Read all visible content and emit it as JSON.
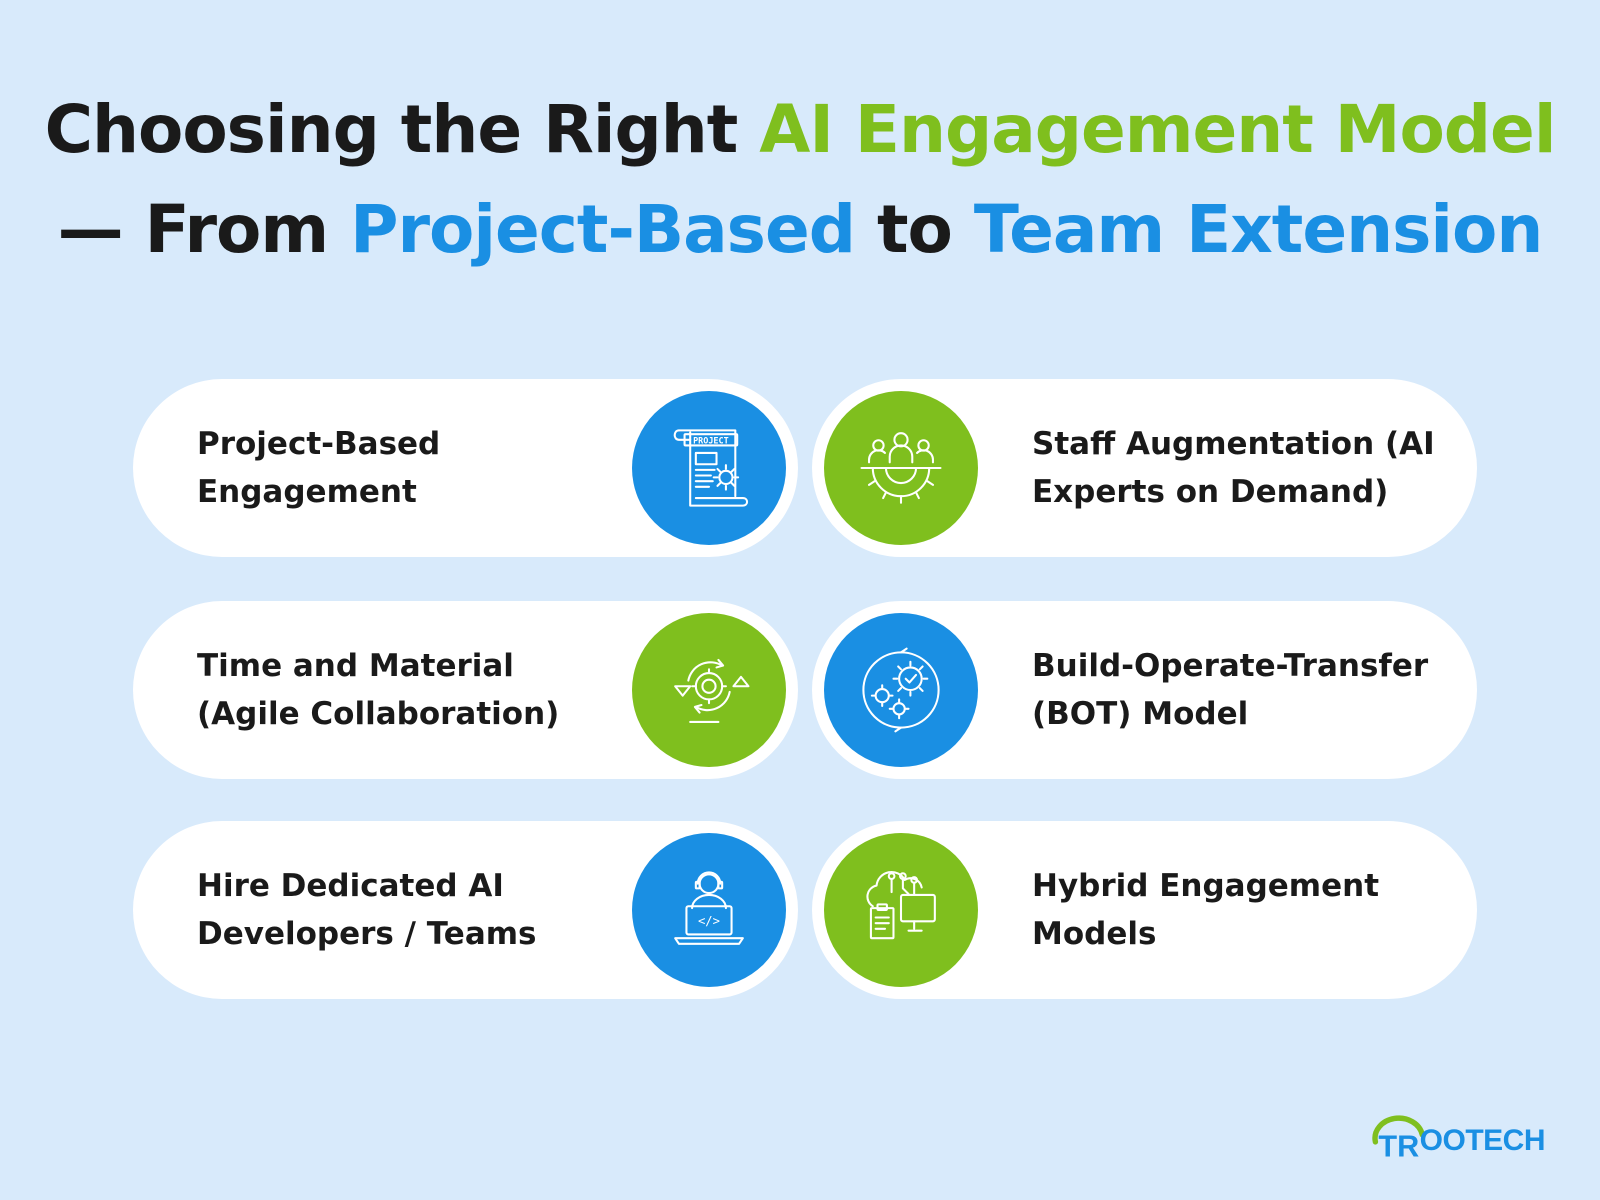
{
  "title": {
    "line1_part1": "Choosing the Right ",
    "line1_part2": "AI Engagement Model",
    "line2_part1": "— From ",
    "line2_part2": "Project-Based",
    "line2_part3": " to ",
    "line2_part4": "Team Extension"
  },
  "colors": {
    "background": "#d8eafb",
    "green": "#7fbf1e",
    "blue": "#1a8fe3",
    "text": "#1a1a1a"
  },
  "cards": [
    {
      "line1": "Project-Based",
      "line2": "Engagement",
      "icon": "project-document-gear-icon",
      "color": "blue"
    },
    {
      "line1": "Staff Augmentation (AI",
      "line2": "Experts on Demand)",
      "icon": "team-gear-icon",
      "color": "green"
    },
    {
      "line1": "Time and Material",
      "line2": "(Agile Collaboration)",
      "icon": "agile-cycle-gear-icon",
      "color": "green"
    },
    {
      "line1": "Build-Operate-Transfer",
      "line2": "(BOT) Model",
      "icon": "gears-cycle-icon",
      "color": "blue"
    },
    {
      "line1": "Hire Dedicated AI",
      "line2": "Developers / Teams",
      "icon": "developer-laptop-icon",
      "color": "blue"
    },
    {
      "line1": "Hybrid Engagement",
      "line2": "Models",
      "icon": "cloud-computer-icon",
      "color": "green"
    }
  ],
  "icon_text": {
    "project": "PROJECT",
    "code": "</>"
  },
  "logo": {
    "text": "OOTECH",
    "mark": "TR"
  }
}
